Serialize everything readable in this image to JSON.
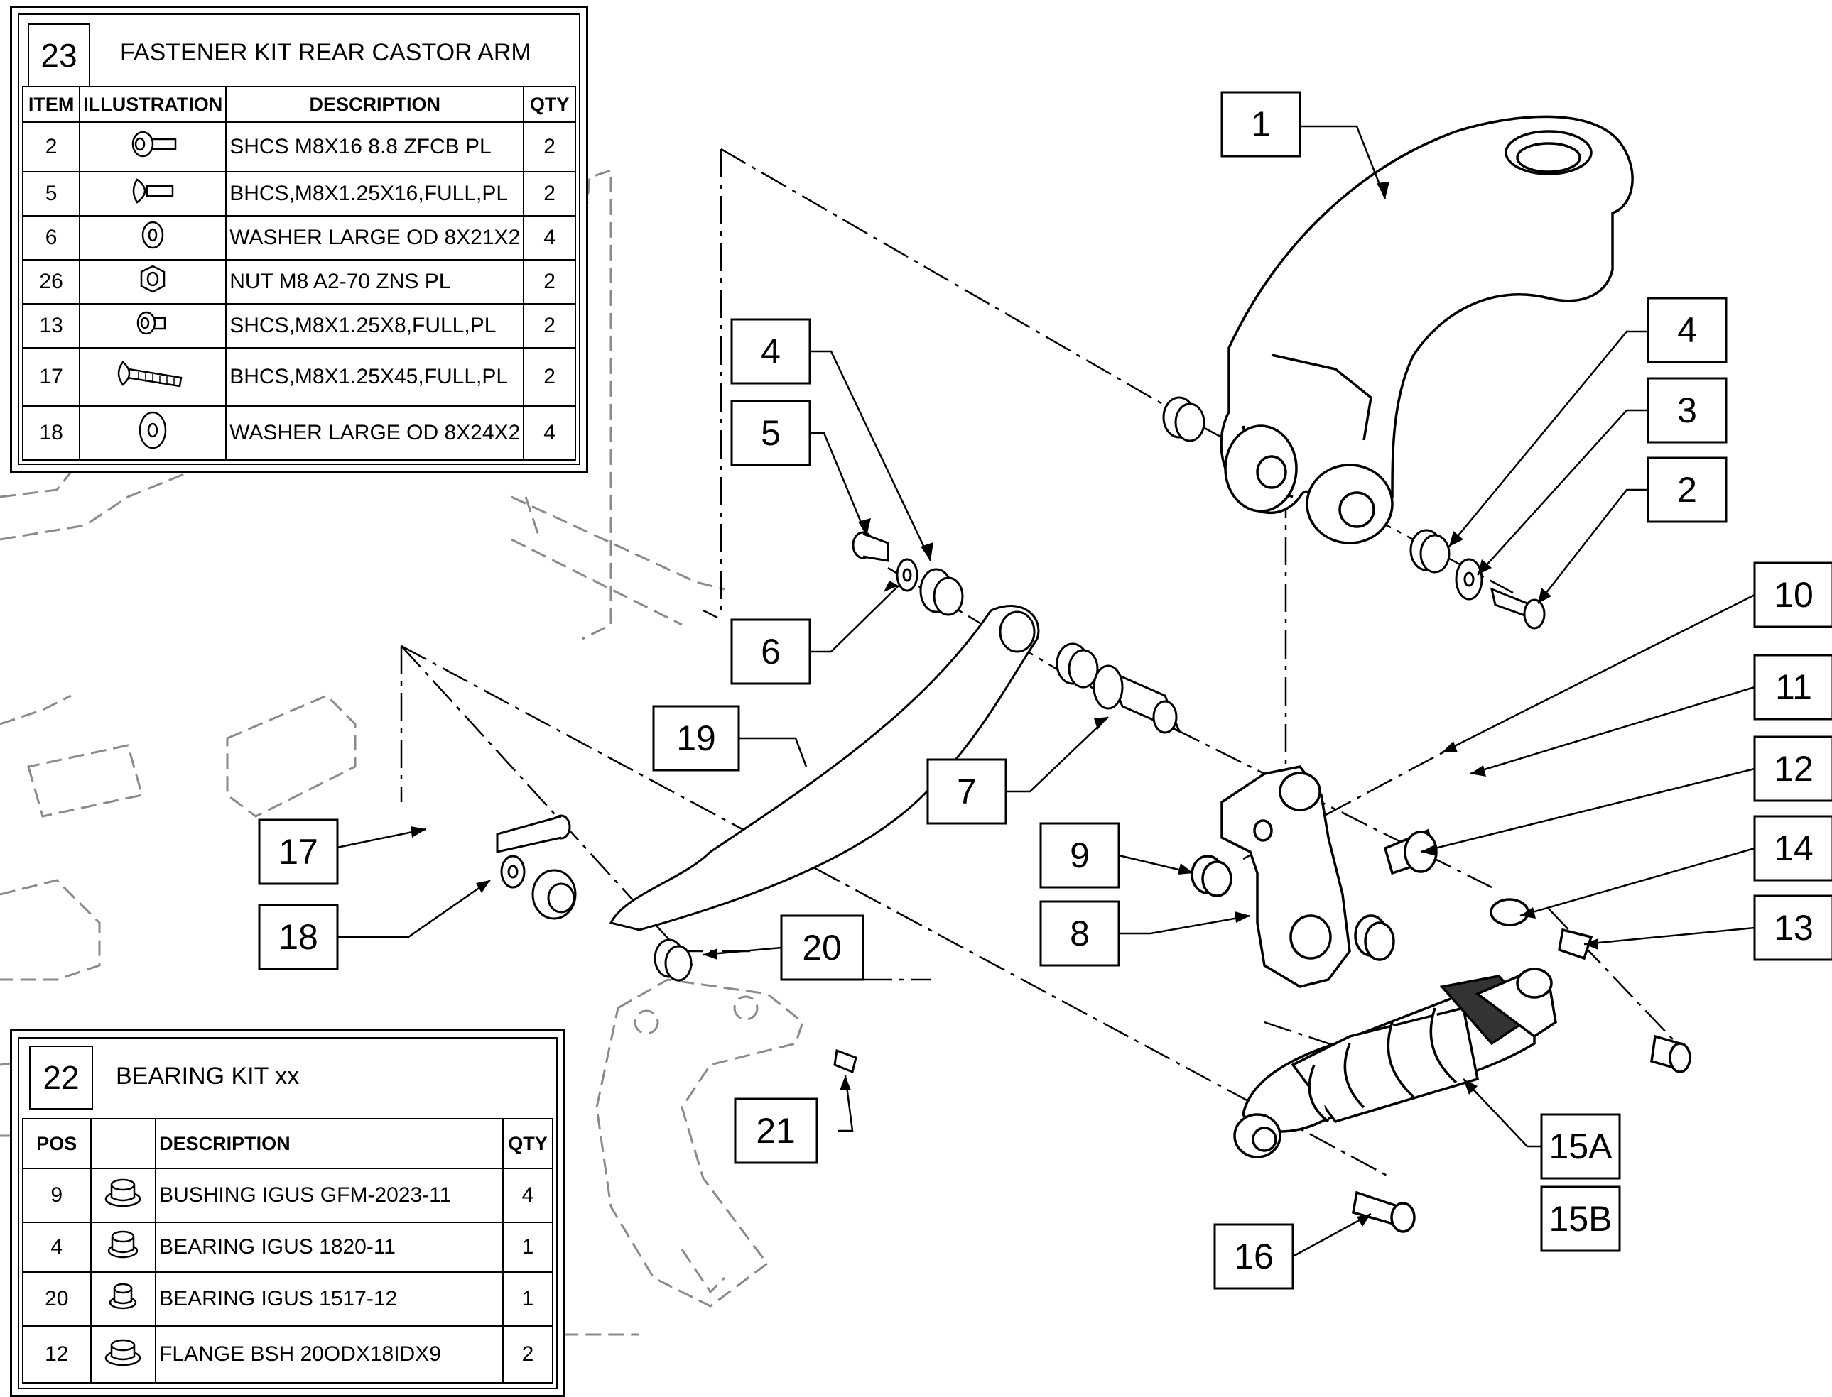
{
  "kit23": {
    "number": "23",
    "title": "FASTENER KIT REAR CASTOR ARM",
    "headers": [
      "ITEM",
      "ILLUSTRATION",
      "DESCRIPTION",
      "QTY"
    ],
    "rows": [
      {
        "item": "2",
        "icon": "cap-screw-icon",
        "description": "SHCS M8X16 8.8 ZFCB PL",
        "qty": "2"
      },
      {
        "item": "5",
        "icon": "button-screw-icon",
        "description": "BHCS,M8X1.25X16,FULL,PL",
        "qty": "2"
      },
      {
        "item": "6",
        "icon": "washer-icon",
        "description": "WASHER LARGE OD 8X21X2",
        "qty": "4"
      },
      {
        "item": "26",
        "icon": "hex-nut-icon",
        "description": "NUT  M8 A2-70 ZNS PL",
        "qty": "2"
      },
      {
        "item": "13",
        "icon": "short-screw-icon",
        "description": "SHCS,M8X1.25X8,FULL,PL",
        "qty": "2"
      },
      {
        "item": "17",
        "icon": "long-screw-icon",
        "description": "BHCS,M8X1.25X45,FULL,PL",
        "qty": "2"
      },
      {
        "item": "18",
        "icon": "large-washer-icon",
        "description": "WASHER LARGE OD 8X24X2",
        "qty": "4"
      }
    ]
  },
  "kit22": {
    "number": "22",
    "title": "BEARING KIT xx",
    "headers": [
      "POS",
      "",
      "DESCRIPTION",
      "QTY"
    ],
    "rows": [
      {
        "pos": "9",
        "icon": "bushing-icon",
        "description": "BUSHING IGUS GFM-2023-11",
        "qty": "4"
      },
      {
        "pos": "4",
        "icon": "bushing-icon",
        "description": "BEARING IGUS 1820-11",
        "qty": "1"
      },
      {
        "pos": "20",
        "icon": "bushing-icon",
        "description": "BEARING IGUS 1517-12",
        "qty": "1"
      },
      {
        "pos": "12",
        "icon": "bushing-icon",
        "description": "FLANGE BSH 20ODX18IDX9",
        "qty": "2"
      }
    ]
  },
  "callouts": [
    "1",
    "4",
    "5",
    "4",
    "3",
    "2",
    "6",
    "10",
    "11",
    "19",
    "7",
    "12",
    "9",
    "14",
    "17",
    "8",
    "13",
    "18",
    "20",
    "21",
    "15A",
    "15B",
    "16"
  ]
}
